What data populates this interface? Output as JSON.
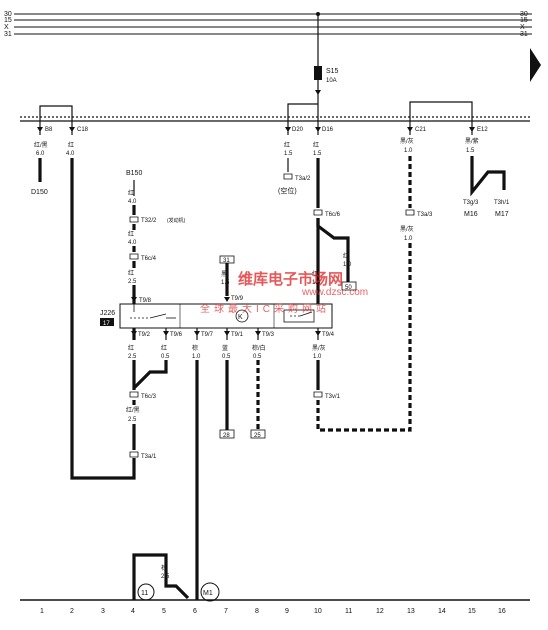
{
  "bus": {
    "labels": [
      "30",
      "15",
      "X",
      "31"
    ]
  },
  "fuse": {
    "name": "S15",
    "rating": "10A"
  },
  "top_connectors": {
    "b8": "B8",
    "c18": "C18",
    "d20": "D20",
    "d16": "D16",
    "c21": "C21",
    "e12": "E12"
  },
  "wires": {
    "w_b8": {
      "color": "红/黑",
      "size": "6.0"
    },
    "w_c18": {
      "color": "红",
      "size": "4.0"
    },
    "w_d20": {
      "color": "红",
      "size": "1.5"
    },
    "w_d16": {
      "color": "红",
      "size": "1.5"
    },
    "w_c21": {
      "color": "黑/灰",
      "size": "1.0"
    },
    "w_e12": {
      "color": "黑/紫",
      "size": "1.5"
    },
    "w_b150_1": {
      "color": "红",
      "size": "4.0"
    },
    "w_b150_2": {
      "color": "红",
      "size": "4.0"
    },
    "w_j226_in": {
      "color": "红",
      "size": "2.5"
    },
    "w_t92": {
      "color": "红",
      "size": "2.5"
    },
    "w_t96": {
      "color": "红",
      "size": "0.5"
    },
    "w_t97": {
      "color": "棕",
      "size": "1.0"
    },
    "w_t91": {
      "color": "蓝",
      "size": "0.5"
    },
    "w_t93": {
      "color": "棕/白",
      "size": "0.5"
    },
    "w_t94": {
      "color": "黑/灰",
      "size": "1.0"
    },
    "w_t99": {
      "color": "黑",
      "size": "1.5"
    },
    "w_t6c6": {
      "color": "红",
      "size": "1.0"
    },
    "w_t6c6_b": {
      "color": "红",
      "size": "1.0"
    },
    "w_c21_b": {
      "color": "黑/灰",
      "size": "1.0"
    },
    "w_t6c3": {
      "color": "红/黑",
      "size": "2.5"
    },
    "w_ground": {
      "color": "棕",
      "size": "2.5"
    }
  },
  "components": {
    "d150": "D150",
    "b150": "B150",
    "t32": "T32/2",
    "t32_note": "(发动机)",
    "t6c4": "T6c/4",
    "j226": "J226",
    "j226_tag": "17",
    "t99": "T9/9",
    "t92": "T9/2",
    "t96": "T9/6",
    "t97": "T9/7",
    "t91": "T9/1",
    "t93": "T9/3",
    "t94": "T9/4",
    "t98": "T9/8",
    "t3a2": "T3a/2",
    "t3a2_note": "(空位)",
    "t6c6": "T6c/6",
    "t3a3": "T3a/3",
    "t3g3": "T3g/3",
    "t3h1": "T3h/1",
    "m16": "M16",
    "m17": "M17",
    "t6c3": "T6c/3",
    "t3a1": "T3a/1",
    "t3v1": "T3v/1",
    "k_symbol": "K",
    "ref_31": "31",
    "ref_50": "50",
    "ref_28": "28",
    "ref_25": "25",
    "ground_11": "11",
    "ground_m1": "M1"
  },
  "watermark": {
    "line1": "维库电子市场网",
    "line2": "全球最大IC采购网站",
    "url": "www.dzsc.com"
  },
  "bottom_numbers": [
    "1",
    "2",
    "3",
    "4",
    "5",
    "6",
    "7",
    "8",
    "9",
    "10",
    "11",
    "12",
    "13",
    "14",
    "15",
    "16"
  ]
}
